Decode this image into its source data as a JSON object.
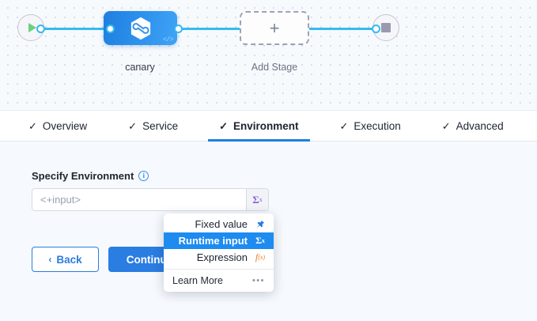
{
  "pipeline": {
    "start_node": {
      "icon": "play-icon",
      "name": "start-node"
    },
    "end_node": {
      "icon": "stop-icon",
      "name": "end-node"
    },
    "stage": {
      "label": "canary",
      "icon": "harness-hexagon-icon",
      "code_badge": "</>"
    },
    "add_stage": {
      "label": "Add Stage",
      "icon": "plus-icon"
    }
  },
  "tabs": [
    {
      "label": "Overview",
      "check": "✓",
      "active": false
    },
    {
      "label": "Service",
      "check": "✓",
      "active": false
    },
    {
      "label": "Environment",
      "check": "✓",
      "active": true
    },
    {
      "label": "Execution",
      "check": "✓",
      "active": false
    },
    {
      "label": "Advanced",
      "check": "✓",
      "active": false
    }
  ],
  "form": {
    "field_label": "Specify Environment",
    "info_glyph": "i",
    "input_value": "",
    "input_placeholder": "<+input>",
    "sigma_label": "Σ",
    "sigma_sup": "x"
  },
  "buttons": {
    "back_label": "Back",
    "back_chevron": "‹",
    "continue_label": "Continue"
  },
  "dropdown": {
    "items": [
      {
        "label": "Fixed value",
        "icon": "pin-icon",
        "glyph": "📌",
        "selected": false
      },
      {
        "label": "Runtime input",
        "icon": "sigma-icon",
        "glyph": "Σ",
        "selected": true
      },
      {
        "label": "Expression",
        "icon": "fx-icon",
        "glyph": "f",
        "selected": false
      }
    ],
    "footer_label": "Learn More",
    "footer_dots": "•••"
  },
  "colors": {
    "accent_blue": "#2a7de1",
    "edge_blue": "#37b9f0",
    "highlight_blue": "#1d8bf0",
    "sigma_purple": "#8a5fd6",
    "expression_orange": "#f07c2a",
    "play_green": "#6cd07e",
    "canvas_bg": "#f7fafd",
    "panel_bg": "#f6f9fd"
  }
}
